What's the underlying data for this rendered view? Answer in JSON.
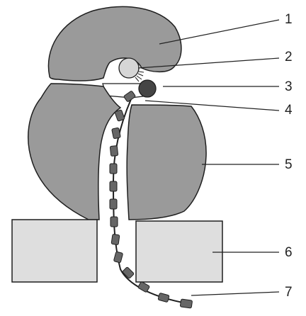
{
  "diagram": {
    "callouts": [
      {
        "label": "1"
      },
      {
        "label": "2"
      },
      {
        "label": "3"
      },
      {
        "label": "4"
      },
      {
        "label": "5"
      },
      {
        "label": "6"
      },
      {
        "label": "7"
      }
    ]
  },
  "colors": {
    "subunit_fill": "#9a9a9a",
    "block_fill": "#dedede",
    "outline": "#1f1f1f",
    "small_sphere_fill": "#d6d6d6",
    "dark_sphere_fill": "#454545",
    "segment_fill": "#666666"
  }
}
